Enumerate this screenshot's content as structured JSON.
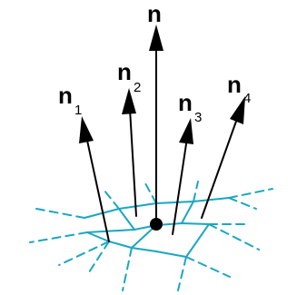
{
  "colors": {
    "mesh": "#1aa6c2",
    "ink": "#000000",
    "background": "#ffffff"
  },
  "labels": {
    "n": {
      "base": "n",
      "sub": ""
    },
    "n1": {
      "base": "n",
      "sub": "1"
    },
    "n2": {
      "base": "n",
      "sub": "2"
    },
    "n3": {
      "base": "n",
      "sub": "3"
    },
    "n4": {
      "base": "n",
      "sub": "4"
    }
  }
}
